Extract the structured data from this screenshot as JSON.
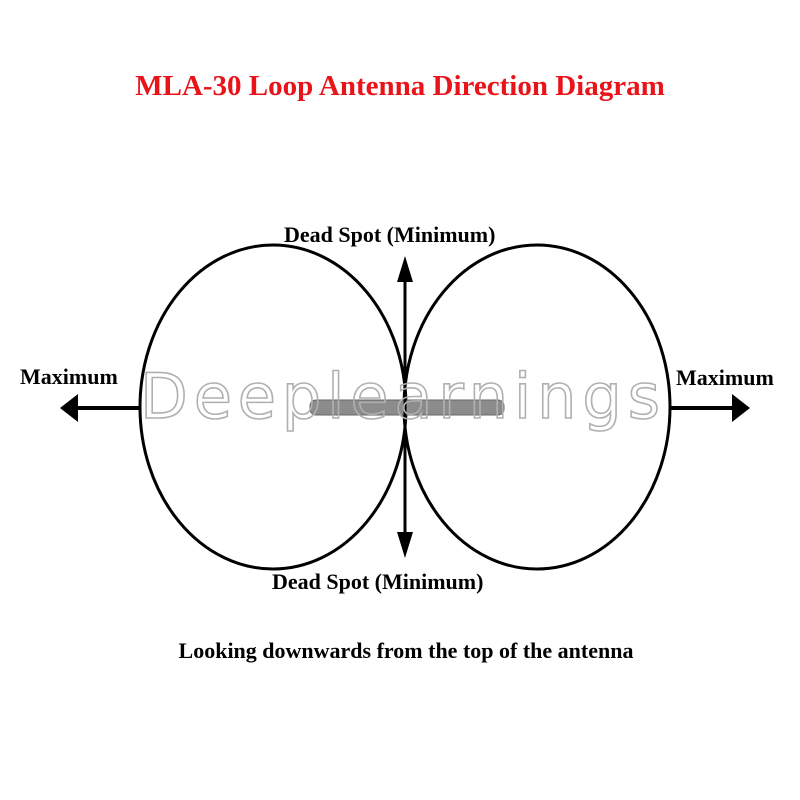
{
  "title": "MLA-30 Loop Antenna Direction Diagram",
  "labels": {
    "top": "Dead Spot (Minimum)",
    "bottom": "Dead Spot (Minimum)",
    "left": "Maximum",
    "right": "Maximum"
  },
  "caption": "Looking downwards from the top of the antenna",
  "watermark": "Deeplearnings",
  "colors": {
    "title": "#e8141a",
    "rod": "#8c8c8c"
  }
}
